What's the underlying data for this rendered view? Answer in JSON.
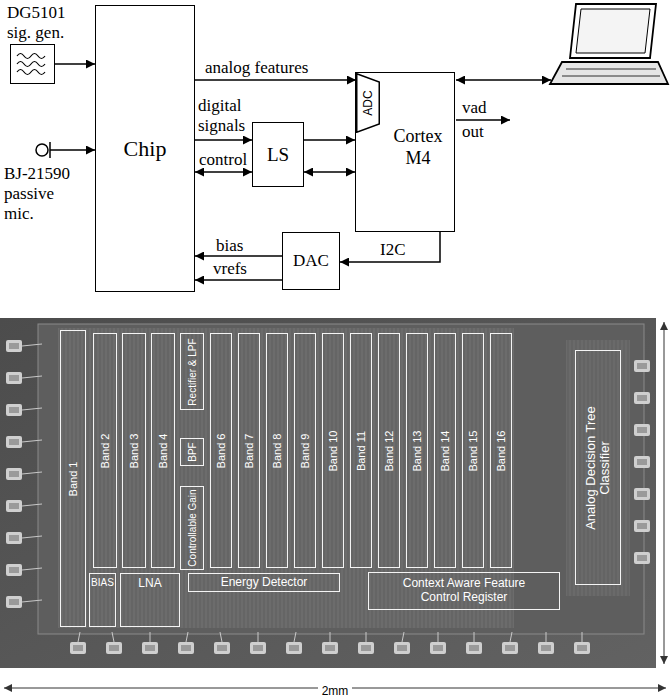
{
  "diagram": {
    "nodes": [
      {
        "text": [
          "DG5101 sig. gen."
        ]
      },
      {
        "text": [
          "Chip"
        ]
      },
      {
        "text": [
          "Cortex M4"
        ]
      },
      {
        "text": [
          "ADC"
        ],
        "in": 2
      },
      {
        "text": [
          "LS"
        ]
      },
      {
        "text": [
          "BJ-21590 passive mic."
        ]
      },
      {
        "text": [
          "DAC"
        ]
      },
      {
        "text": [
          "Band 1"
        ]
      },
      {
        "text": [
          "Band 2"
        ]
      },
      {
        "text": [
          "Band 3"
        ]
      },
      {
        "text": [
          "Band 4"
        ]
      },
      {
        "text": [
          "Rectifier & LPF"
        ]
      },
      {
        "text": [
          "BPF"
        ]
      },
      {
        "text": [
          "Controllable Gain"
        ]
      },
      {
        "text": [
          "Band 6"
        ]
      },
      {
        "text": [
          "Band 7"
        ]
      },
      {
        "text": [
          "Band 8"
        ]
      },
      {
        "text": [
          "Band 9"
        ]
      },
      {
        "text": [
          "Band 10"
        ]
      },
      {
        "text": [
          "Band 11"
        ]
      },
      {
        "text": [
          "Band 12"
        ]
      },
      {
        "text": [
          "Band 13"
        ]
      },
      {
        "text": [
          "Band 14"
        ]
      },
      {
        "text": [
          "Band 15"
        ]
      },
      {
        "text": [
          "Band 16"
        ]
      },
      {
        "text": [
          "Analog Decision Tree Classifier"
        ]
      },
      {
        "text": [
          "BIAS"
        ]
      },
      {
        "text": [
          "LNA"
        ]
      },
      {
        "text": [
          "Energy Detector"
        ]
      },
      {
        "text": [
          "Context Aware Feature Control Register"
        ]
      }
    ],
    "edges": [
      {
        "from": 0,
        "to": 1,
        "arrow": "to"
      },
      {
        "from": 5,
        "to": 1,
        "arrow": "to"
      },
      {
        "from": 1,
        "to": 3,
        "label": "analog features",
        "arrow": "to"
      },
      {
        "from": 1,
        "to": 4,
        "label": "digital signals",
        "arrow": "to"
      },
      {
        "from": 1,
        "to": 4,
        "label": "control",
        "arrow": "both"
      },
      {
        "from": 4,
        "to": 2,
        "arrow": "to"
      },
      {
        "from": 4,
        "to": 2,
        "arrow": "both"
      },
      {
        "from": 2,
        "to": 6,
        "label": "I2C",
        "arrow": "to"
      },
      {
        "from": 6,
        "to": 1,
        "label": "bias",
        "arrow": "to"
      },
      {
        "from": 6,
        "to": 1,
        "label": "vrefs",
        "arrow": "to"
      }
    ],
    "labels": [
      "vad out",
      "2mm"
    ]
  }
}
